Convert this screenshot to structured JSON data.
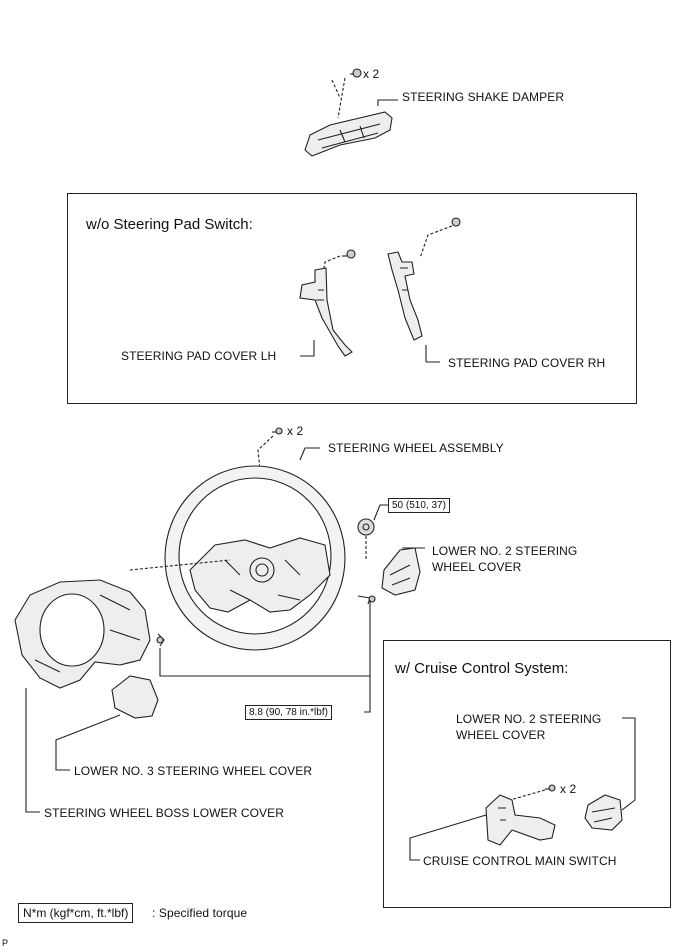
{
  "labels": {
    "steering_shake_damper": "STEERING SHAKE DAMPER",
    "damper_bolts_qty": "x 2",
    "steering_pad_cover_lh": "STEERING PAD COVER LH",
    "steering_pad_cover_rh": "STEERING PAD COVER RH",
    "wheel_bolts_qty": "x 2",
    "steering_wheel_assembly": "STEERING WHEEL ASSEMBLY",
    "lower_no2_cover": "LOWER NO. 2 STEERING\nWHEEL COVER",
    "lower_no3_cover": "LOWER NO. 3 STEERING WHEEL COVER",
    "boss_lower_cover": "STEERING WHEEL BOSS LOWER COVER",
    "cruise_lower_no2_cover": "LOWER NO. 2 STEERING\nWHEEL COVER",
    "cruise_screws_qty": "x 2",
    "cruise_main_switch": "CRUISE CONTROL MAIN SWITCH"
  },
  "boxes": {
    "steering_pad_switch": "w/o Steering Pad Switch:",
    "cruise_control": "w/ Cruise Control System:"
  },
  "torques": {
    "nut": "50 (510, 37)",
    "screws": "8.8 (90, 78 in.*lbf)"
  },
  "legend": {
    "unit": "N*m (kgf*cm, ft.*lbf)",
    "description": ": Specified torque"
  },
  "footer_mark": "P"
}
